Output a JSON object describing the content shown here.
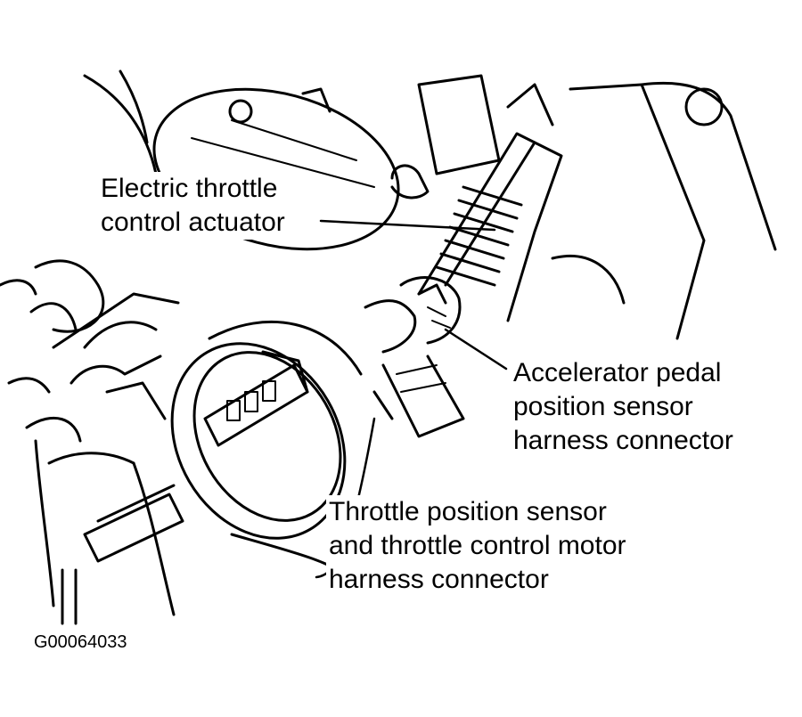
{
  "labels": {
    "actuator": [
      "Electric throttle",
      "control actuator"
    ],
    "app_sensor": [
      "Accelerator pedal",
      "position sensor",
      "harness connector"
    ],
    "tps_motor": [
      "Throttle position sensor",
      "and throttle control motor",
      "harness connector"
    ]
  },
  "figure_id": "G00064033"
}
